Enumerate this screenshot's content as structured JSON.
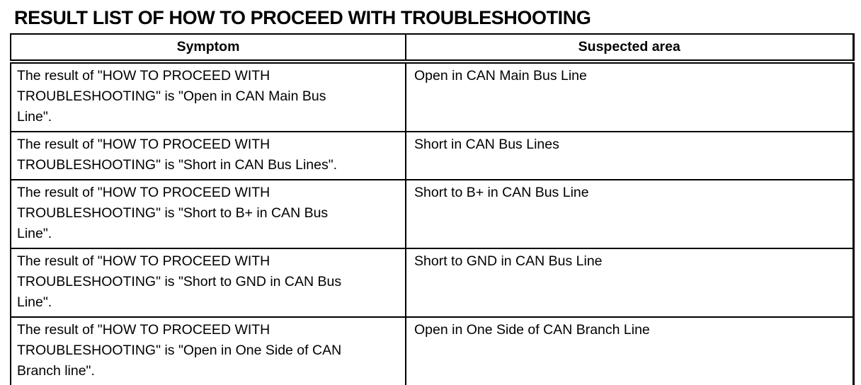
{
  "title": "RESULT LIST OF HOW TO PROCEED WITH TROUBLESHOOTING",
  "table": {
    "columns": [
      "Symptom",
      "Suspected area"
    ],
    "rows": [
      {
        "symptom": "The result of \"HOW TO PROCEED WITH\nTROUBLESHOOTING\" is \"Open in CAN Main Bus\nLine\".",
        "suspected_area": "Open in CAN Main Bus Line"
      },
      {
        "symptom": "The result of \"HOW TO PROCEED WITH\nTROUBLESHOOTING\" is \"Short in CAN Bus Lines\".",
        "suspected_area": "Short in CAN Bus Lines"
      },
      {
        "symptom": "The result of \"HOW TO PROCEED WITH\nTROUBLESHOOTING\" is \"Short to B+ in CAN Bus\nLine\".",
        "suspected_area": "Short to B+ in CAN Bus Line"
      },
      {
        "symptom": "The result of \"HOW TO PROCEED WITH\nTROUBLESHOOTING\" is \"Short to GND in CAN Bus\nLine\".",
        "suspected_area": "Short to GND in CAN Bus Line"
      },
      {
        "symptom": "The result of \"HOW TO PROCEED WITH\nTROUBLESHOOTING\" is \"Open in One Side of CAN\nBranch line\".",
        "suspected_area": "Open in One Side of CAN Branch Line"
      }
    ]
  },
  "colors": {
    "text": "#000000",
    "border": "#000000",
    "background": "#ffffff"
  }
}
